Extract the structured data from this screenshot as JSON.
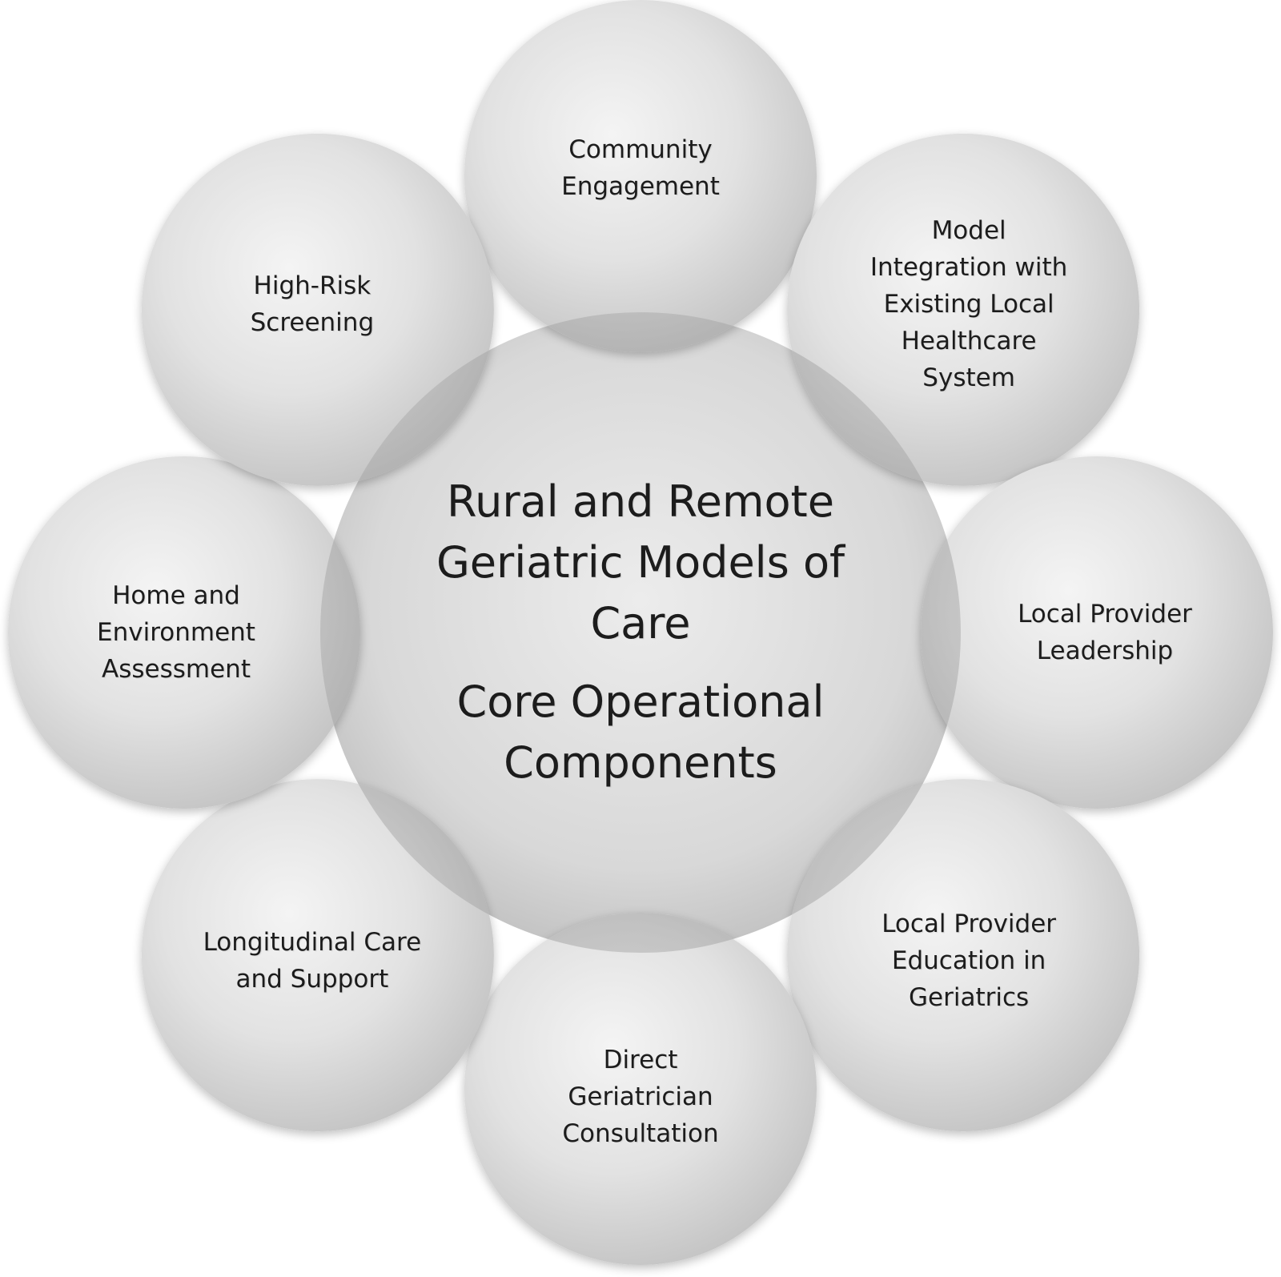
{
  "colors": {
    "circle_light": "#f2f2f2",
    "circle_mid": "#dcdcdc",
    "circle_dark": "#bdbdbd",
    "overlap_shade": "#a8a8a8",
    "text": "#1c1c1c"
  },
  "center": {
    "title_lines": [
      "Rural and Remote",
      "Geriatric Models of",
      "Care"
    ],
    "subtitle_lines": [
      "Core Operational",
      "Components"
    ]
  },
  "components": [
    {
      "id": "community-engagement",
      "lines": [
        "Community",
        "Engagement"
      ]
    },
    {
      "id": "model-integration",
      "lines": [
        "Model",
        "Integration with",
        "Existing Local",
        "Healthcare",
        "System"
      ]
    },
    {
      "id": "local-provider-leadership",
      "lines": [
        "Local Provider",
        "Leadership"
      ]
    },
    {
      "id": "local-provider-education",
      "lines": [
        "Local Provider",
        "Education in",
        "Geriatrics"
      ]
    },
    {
      "id": "direct-geriatrician-consultation",
      "lines": [
        "Direct",
        "Geriatrician",
        "Consultation"
      ]
    },
    {
      "id": "longitudinal-care",
      "lines": [
        "Longitudinal Care",
        "and Support"
      ]
    },
    {
      "id": "home-environment-assessment",
      "lines": [
        "Home and",
        "Environment",
        "Assessment"
      ]
    },
    {
      "id": "high-risk-screening",
      "lines": [
        "High-Risk",
        "Screening"
      ]
    }
  ]
}
